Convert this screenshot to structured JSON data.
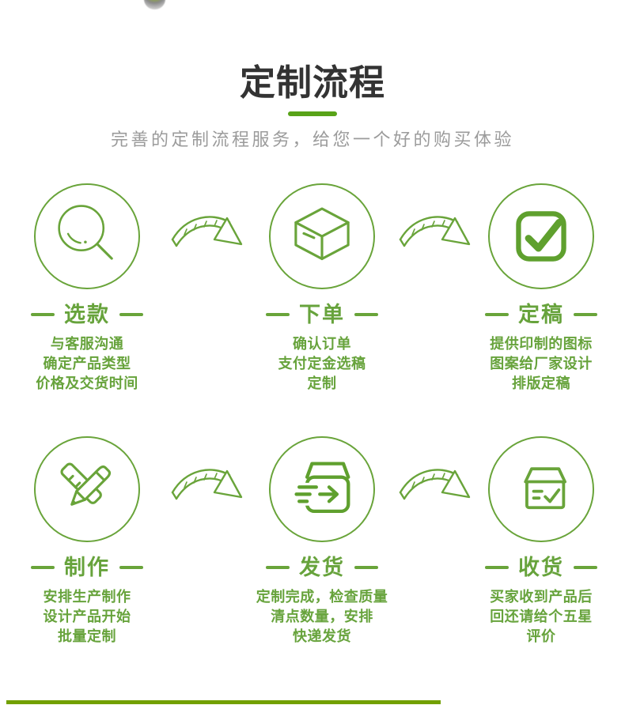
{
  "header": {
    "title": "定制流程",
    "subtitle": "完善的定制流程服务，给您一个好的购买体验"
  },
  "colors": {
    "icon_green": "#69a43a",
    "text_green": "#67a33c",
    "underline_green": "#58a318",
    "title_color": "#333333",
    "subtitle_gray": "#9b9b9b",
    "divider_green": "#72a000"
  },
  "steps": [
    {
      "icon": "magnifier-icon",
      "title": "选款",
      "lines": [
        "与客服沟通",
        "确定产品类型",
        "价格及交货时间"
      ]
    },
    {
      "icon": "package-box-icon",
      "title": "下单",
      "lines": [
        "确认订单",
        "支付定金选稿",
        "定制"
      ]
    },
    {
      "icon": "check-square-icon",
      "title": "定稿",
      "lines": [
        "提供印制的图标",
        "图案给厂家设计",
        "排版定稿"
      ]
    },
    {
      "icon": "pencil-ruler-icon",
      "title": "制作",
      "lines": [
        "安排生产制作",
        "设计产品开始",
        "批量定制"
      ]
    },
    {
      "icon": "shipping-box-icon",
      "title": "发货",
      "lines": [
        "定制完成，检查质量",
        "清点数量，安排",
        "快递发货"
      ]
    },
    {
      "icon": "receive-box-icon",
      "title": "收货",
      "lines": [
        "买家收到产品后",
        "回还请给个五星",
        "评价"
      ]
    }
  ]
}
